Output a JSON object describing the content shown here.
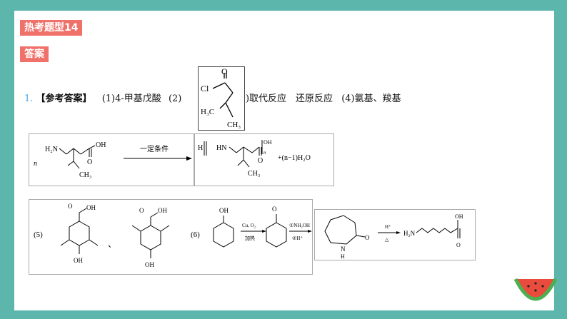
{
  "header": {
    "topic_tag": "热考题型14",
    "answer_tag": "答案"
  },
  "answer_line": {
    "number": "1.",
    "ref_label": "【参考答案】",
    "part1": "(1)4-甲基戊酸",
    "part2": "(2)",
    "part3": "(3)取代反应　还原反应",
    "part4": "(4)氨基、羧基"
  },
  "structures": {
    "acyl_chloride": {
      "o": "O",
      "cl": "Cl",
      "ch3_a": "H₃C",
      "ch3_b": "CH₃"
    },
    "reaction_n": "n",
    "nh2": "H₂N",
    "oh": "OH",
    "o": "O",
    "ch3": "CH₃",
    "condition": "一定条件",
    "polymer_h": "H",
    "polymer_hn": "HN",
    "polymer_oh": "OH",
    "polymer_n": "n",
    "byproduct": "+(n−1)H₂O",
    "part5": "(5)",
    "separator": "、",
    "part6": "(6)",
    "step1_cond_top": "Cu, O₂",
    "step1_cond_bottom": "加热",
    "step2_cond_top": "①NH₂OH",
    "step2_cond_bottom": "②H⁺",
    "lactam_n": "N",
    "lactam_h": "H",
    "step3_cond_top": "H⁺",
    "step3_cond_bottom": "△",
    "final_nh2": "H₂N"
  }
}
